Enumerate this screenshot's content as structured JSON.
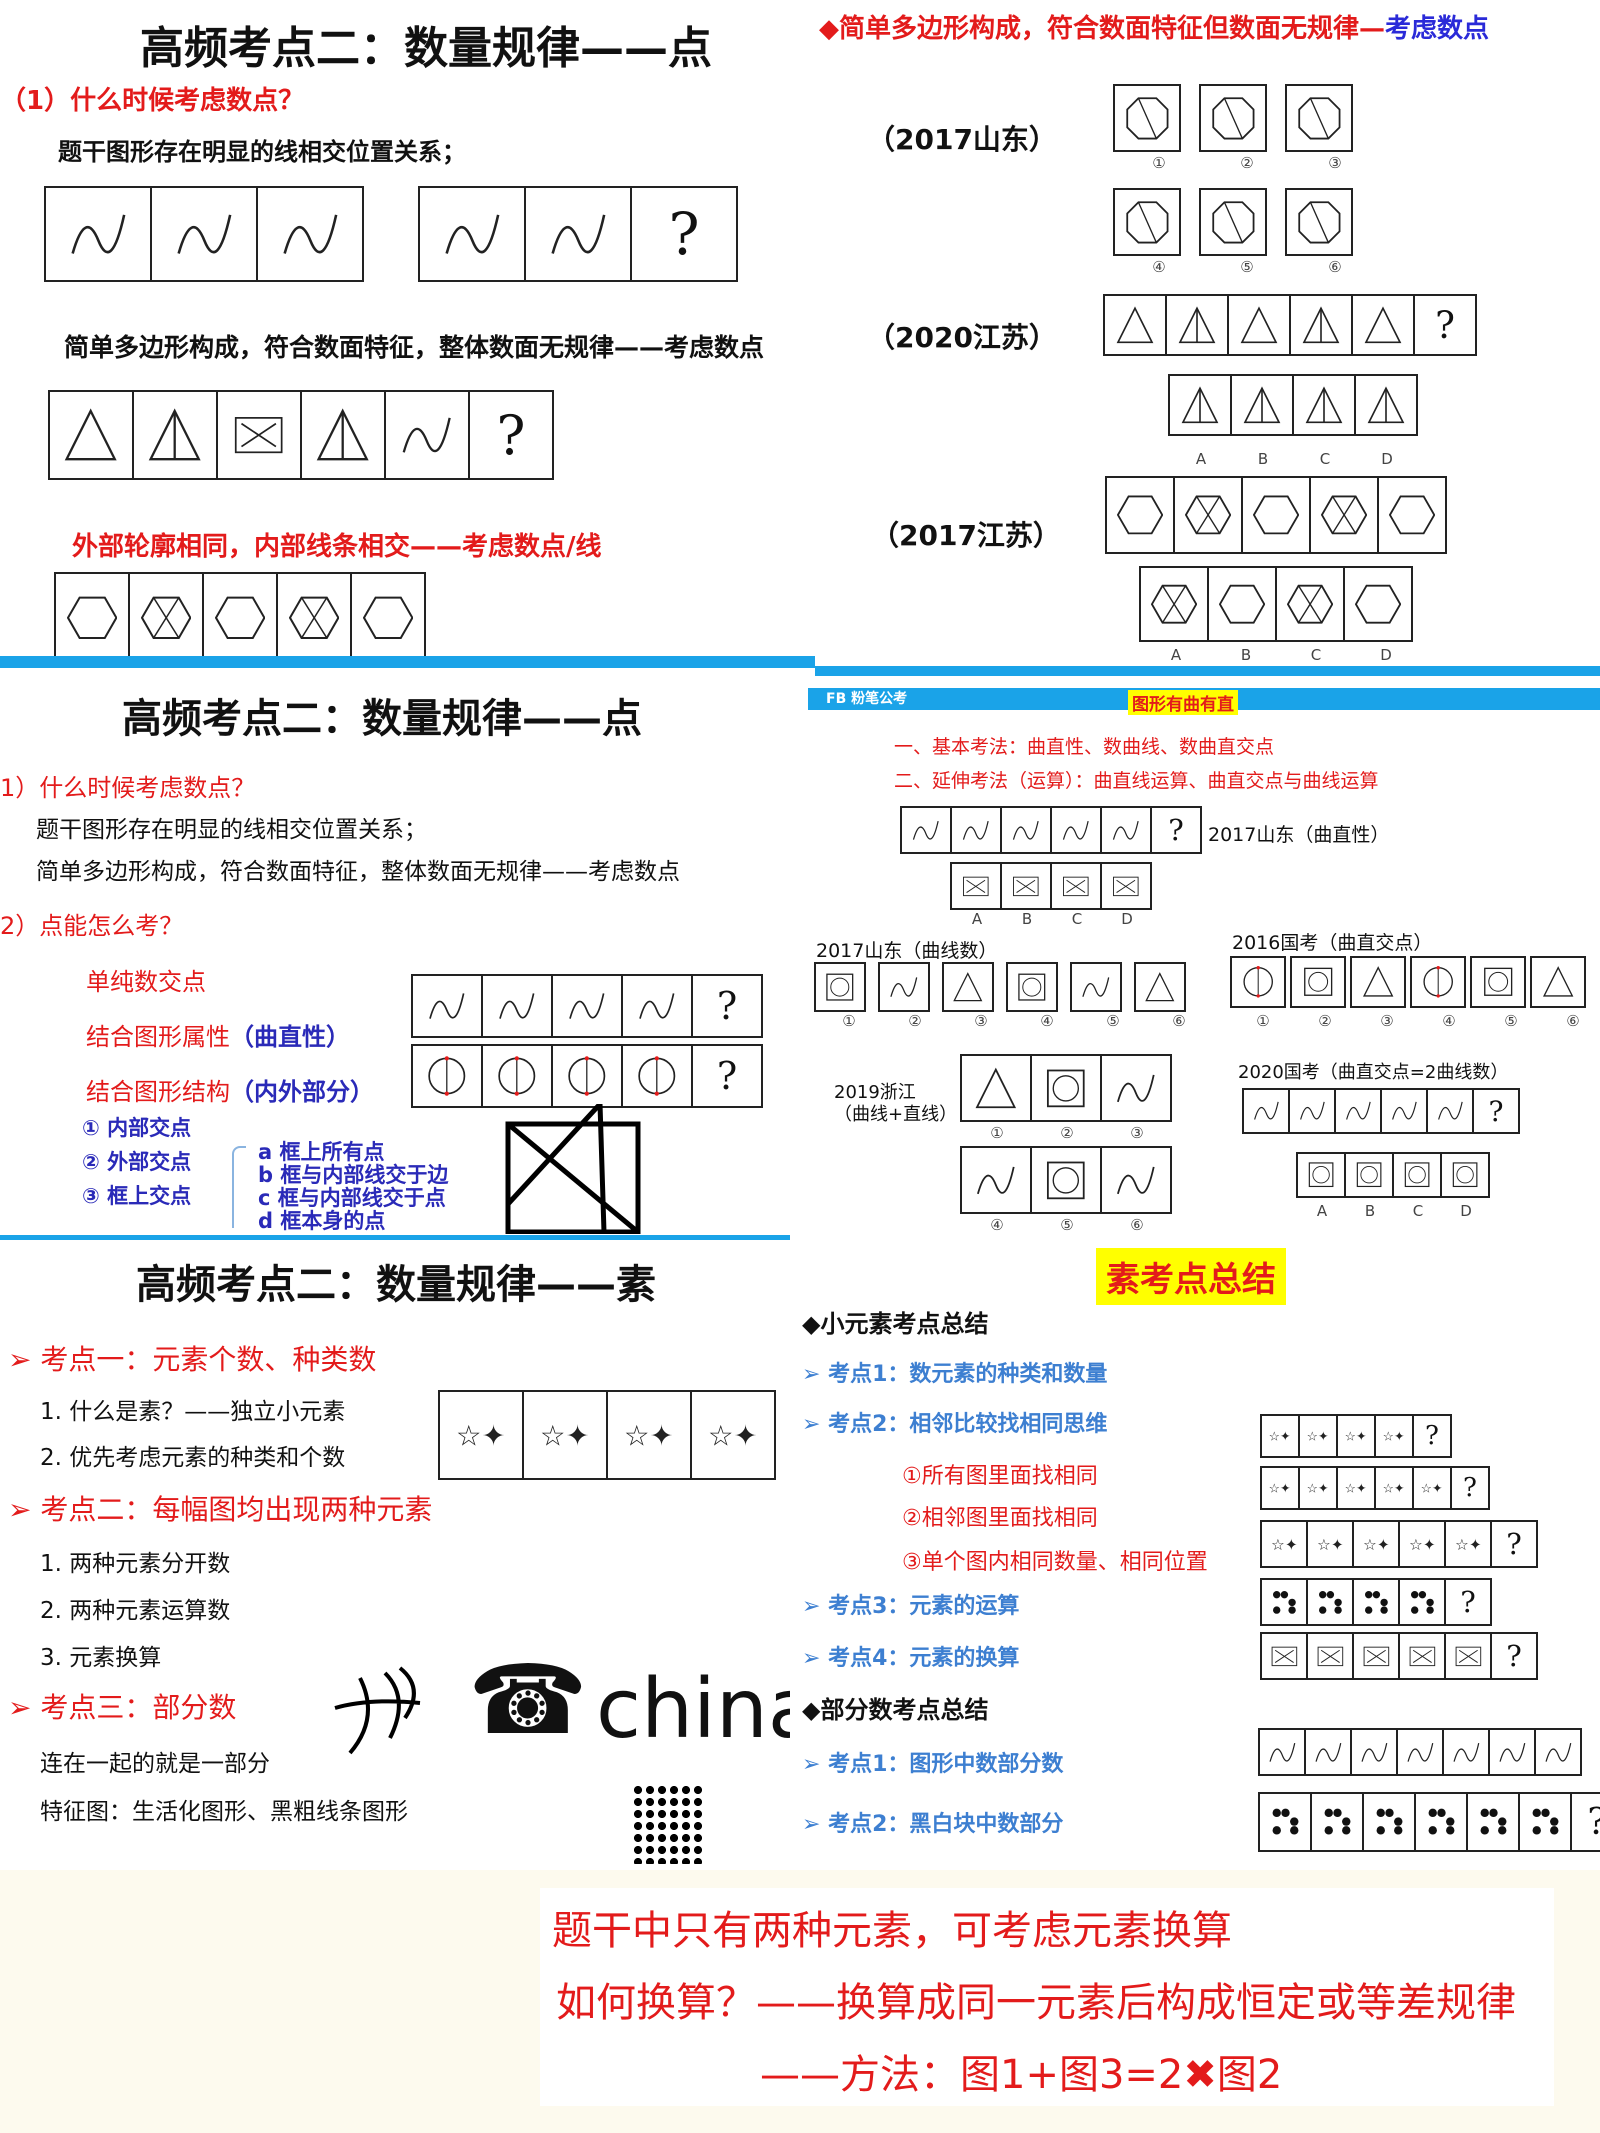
{
  "panel1": {
    "title": "高频考点二：数量规律——点",
    "q1": "（1）什么时候考虑数点？",
    "line1": "题干图形存在明显的线相交位置关系；",
    "line2": "简单多边形构成，符合数面特征，整体数面无规律——考虑数点",
    "line3": "外部轮廓相同，内部线条相交——考虑数点/线",
    "q_mark": "?"
  },
  "panel2": {
    "header": "◆简单多边形构成，符合数面特征但数面无规律—",
    "header_accent": "考虑数点",
    "ex1": "（2017山东）",
    "ex2": "（2020江苏）",
    "ex3": "（2017江苏）",
    "nums": [
      "①",
      "②",
      "③",
      "④",
      "⑤",
      "⑥"
    ],
    "opts": [
      "A",
      "B",
      "C",
      "D"
    ],
    "q_mark": "?"
  },
  "panel3": {
    "title": "高频考点二：数量规律——点",
    "q1": "1）什么时候考虑数点？",
    "line1": "题干图形存在明显的线相交位置关系；",
    "line2": "简单多边形构成，符合数面特征，整体数面无规律——考虑数点",
    "q2": "2）点能怎么考？",
    "m1": "单纯数交点",
    "m2": "结合图形属性",
    "m2b": "（曲直性）",
    "m3": "结合图形结构",
    "m3b": "（内外部分）",
    "s1": "① 内部交点",
    "s2": "② 外部交点",
    "s3": "③ 框上交点",
    "a": "a 框上所有点",
    "b": "b 框与内部线交于边",
    "c": "c 框与内部线交于点",
    "d": "d 框本身的点",
    "q_mark": "?"
  },
  "panel4": {
    "logo": "FB 粉笔公考",
    "tag": "图形有曲有直",
    "l1": "一、基本考法：曲直性、数曲线、数曲直交点",
    "l2": "二、延伸考法（运算）：曲直线运算、曲直交点与曲线运算",
    "ex1": "2017山东（曲直性）",
    "ex2": "2017山东（曲线数）",
    "ex3": "2016国考（曲直交点）",
    "ex4a": "2019浙江",
    "ex4b": "（曲线+直线）",
    "ex5": "2020国考（曲直交点=2曲线数）",
    "nums": [
      "①",
      "②",
      "③",
      "④",
      "⑤",
      "⑥"
    ],
    "opts": [
      "A",
      "B",
      "C",
      "D"
    ],
    "q_mark": "?"
  },
  "panel5": {
    "title": "高频考点二：数量规律——素",
    "k1": "考点一：元素个数、种类数",
    "k1a": "1. 什么是素？——独立小元素",
    "k1b": "2. 优先考虑元素的种类和个数",
    "k2": "考点二：每幅图均出现两种元素",
    "k2a": "1. 两种元素分开数",
    "k2b": "2. 两种元素运算数",
    "k2c": "3. 元素换算",
    "k3": "考点三：部分数",
    "k3a": "连在一起的就是一部分",
    "k3b": "特征图：生活化图形、黑粗线条图形",
    "china": "china",
    "bullet": "➢"
  },
  "panel6": {
    "title": "素考点总结",
    "h1": "◆小元素考点总结",
    "p1": "考点1：数元素的种类和数量",
    "p2": "考点2：相邻比较找相同思维",
    "p2a": "①所有图里面找相同",
    "p2b": "②相邻图里面找相同",
    "p2c": "③单个图内相同数量、相同位置",
    "p3": "考点3：元素的运算",
    "p4": "考点4：元素的换算",
    "h2": "◆部分数考点总结",
    "p5": "考点1：图形中数部分数",
    "p6": "考点2：黑白块中数部分",
    "bullet": "➢",
    "q_mark": "?"
  },
  "banner": {
    "l1": "题干中只有两种元素，可考虑元素换算",
    "l2": "如何换算？——换算成同一元素后构成恒定或等差规律",
    "l3": "——方法：图1+图3=2✖图2"
  },
  "colors": {
    "red": "#e31b1b",
    "blue": "#2a2ab8",
    "accent_blue": "#1aa3e8",
    "highlight": "#ffff00",
    "cream": "#fdfaee"
  }
}
